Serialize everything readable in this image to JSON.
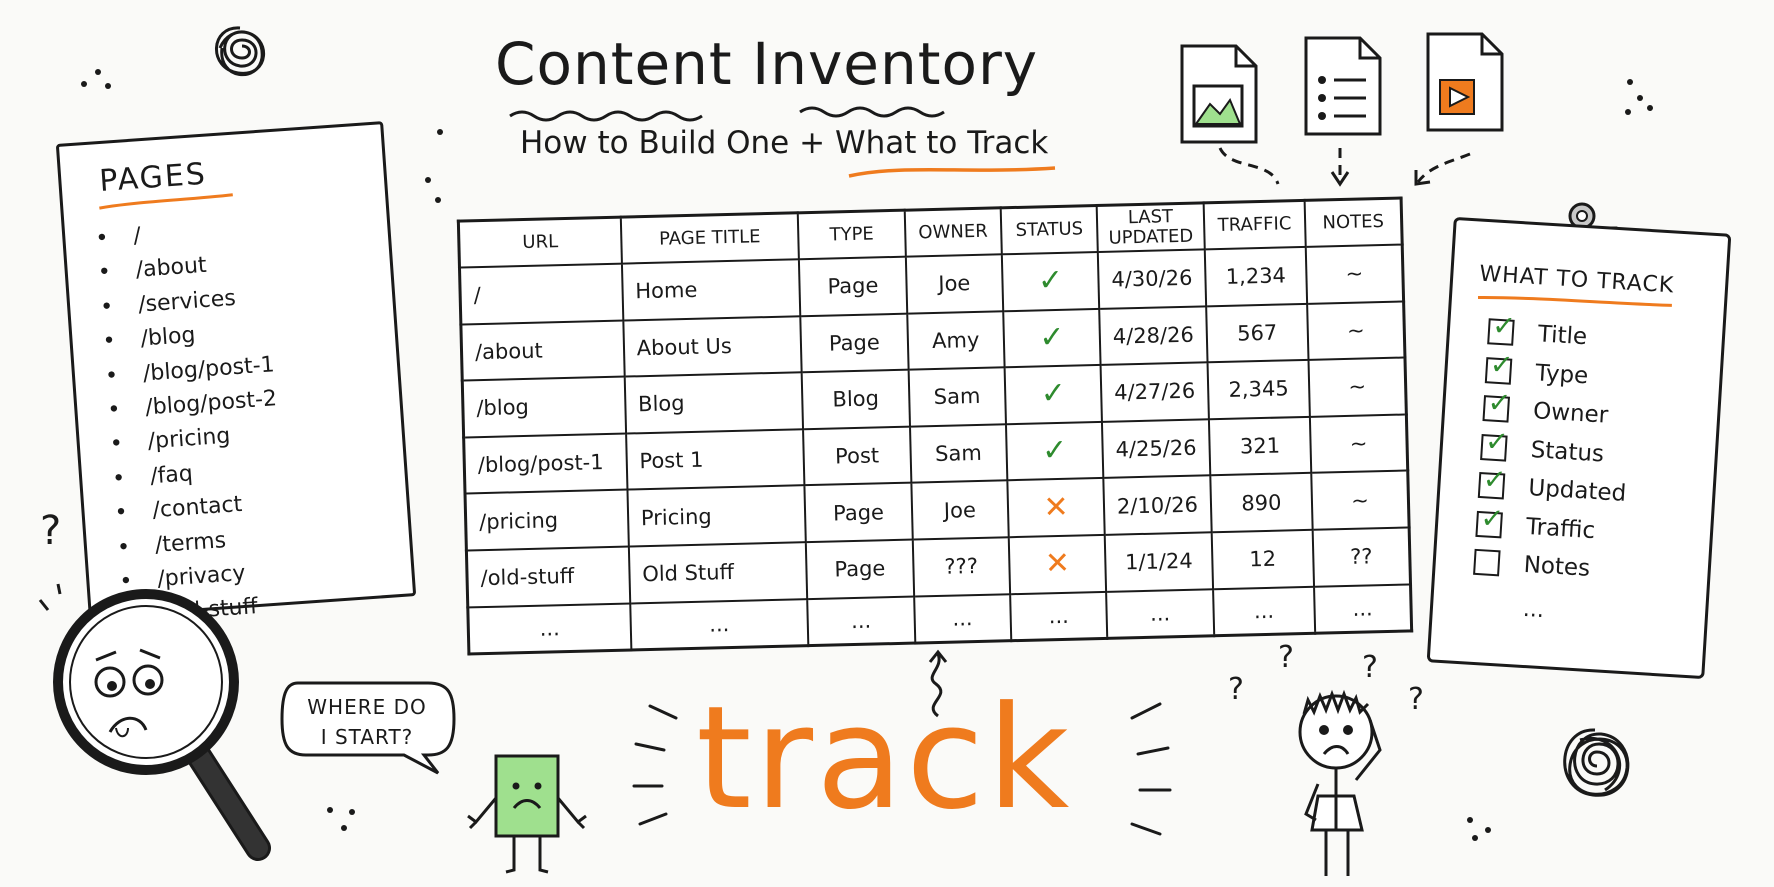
{
  "title": "Content Inventory",
  "subtitle": {
    "part1": "How to Build One +",
    "part2": "What to Track"
  },
  "pages_card": {
    "heading": "PAGES",
    "items": [
      "/",
      "/about",
      "/services",
      "/blog",
      "/blog/post-1",
      "/blog/post-2",
      "/pricing",
      "/faq",
      "/contact",
      "/terms",
      "/privacy",
      "/old-stuff"
    ]
  },
  "table": {
    "headers": [
      "URL",
      "PAGE TITLE",
      "TYPE",
      "OWNER",
      "STATUS",
      "LAST UPDATED",
      "TRAFFIC",
      "NOTES"
    ],
    "rows": [
      {
        "url": "/",
        "title": "Home",
        "type": "Page",
        "owner": "Joe",
        "status": "ok",
        "updated": "4/30/26",
        "traffic": "1,234",
        "notes": "~"
      },
      {
        "url": "/about",
        "title": "About Us",
        "type": "Page",
        "owner": "Amy",
        "status": "ok",
        "updated": "4/28/26",
        "traffic": "567",
        "notes": "~"
      },
      {
        "url": "/blog",
        "title": "Blog",
        "type": "Blog",
        "owner": "Sam",
        "status": "ok",
        "updated": "4/27/26",
        "traffic": "2,345",
        "notes": "~"
      },
      {
        "url": "/blog/post-1",
        "title": "Post 1",
        "type": "Post",
        "owner": "Sam",
        "status": "ok",
        "updated": "4/25/26",
        "traffic": "321",
        "notes": "~"
      },
      {
        "url": "/pricing",
        "title": "Pricing",
        "type": "Page",
        "owner": "Joe",
        "status": "bad",
        "updated": "2/10/26",
        "traffic": "890",
        "notes": "~"
      },
      {
        "url": "/old-stuff",
        "title": "Old Stuff",
        "type": "Page",
        "owner": "???",
        "status": "bad",
        "updated": "1/1/24",
        "traffic": "12",
        "notes": "??"
      },
      {
        "url": "...",
        "title": "...",
        "type": "...",
        "owner": "...",
        "status": "...",
        "updated": "...",
        "traffic": "...",
        "notes": "..."
      }
    ]
  },
  "clipboard": {
    "heading": "WHAT TO TRACK",
    "items": [
      {
        "label": "Title",
        "checked": true
      },
      {
        "label": "Type",
        "checked": true
      },
      {
        "label": "Owner",
        "checked": true
      },
      {
        "label": "Status",
        "checked": true
      },
      {
        "label": "Updated",
        "checked": true
      },
      {
        "label": "Traffic",
        "checked": true
      },
      {
        "label": "Notes",
        "checked": false
      }
    ],
    "more": "..."
  },
  "bubble": {
    "line1": "WHERE DO",
    "line2": "I START?"
  },
  "big_word": "track",
  "doodle_marks": {
    "question": "?"
  },
  "colors": {
    "accent": "#ef7b1e",
    "check": "#2e8b2e",
    "ink": "#1a1a1a",
    "card_fill": "#9fe08e"
  },
  "file_icons": [
    "image-file-icon",
    "list-file-icon",
    "video-file-icon"
  ]
}
